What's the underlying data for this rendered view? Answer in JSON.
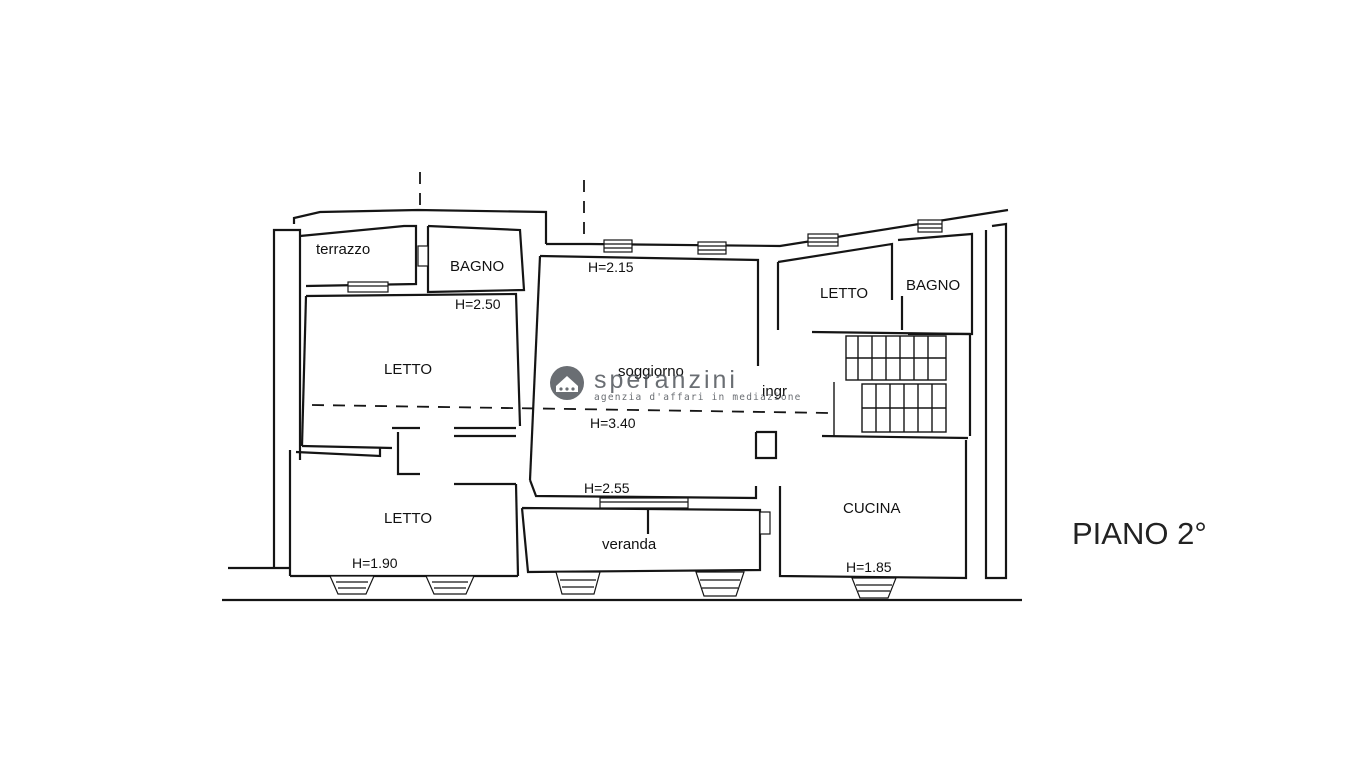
{
  "floor_label": "PIANO 2°",
  "watermark": {
    "name": "speranzini",
    "tagline": "agenzia d'affari in mediazione",
    "color": "#4a4f55",
    "icon": "house-icon"
  },
  "rooms": {
    "terrazzo": "terrazzo",
    "bagno_left": "BAGNO",
    "letto_top_left": "LETTO",
    "letto_bottom_left": "LETTO",
    "soggiorno": "soggiorno",
    "ingresso": "ingr",
    "veranda": "veranda",
    "letto_right": "LETTO",
    "bagno_right": "BAGNO",
    "cucina": "CUCINA"
  },
  "heights": {
    "h_250": "H=2.50",
    "h_215": "H=2.15",
    "h_340": "H=3.40",
    "h_255": "H=2.55",
    "h_190": "H=1.90",
    "h_185": "H=1.85"
  },
  "colors": {
    "wall": "#151515",
    "paper": "#ffffff"
  }
}
